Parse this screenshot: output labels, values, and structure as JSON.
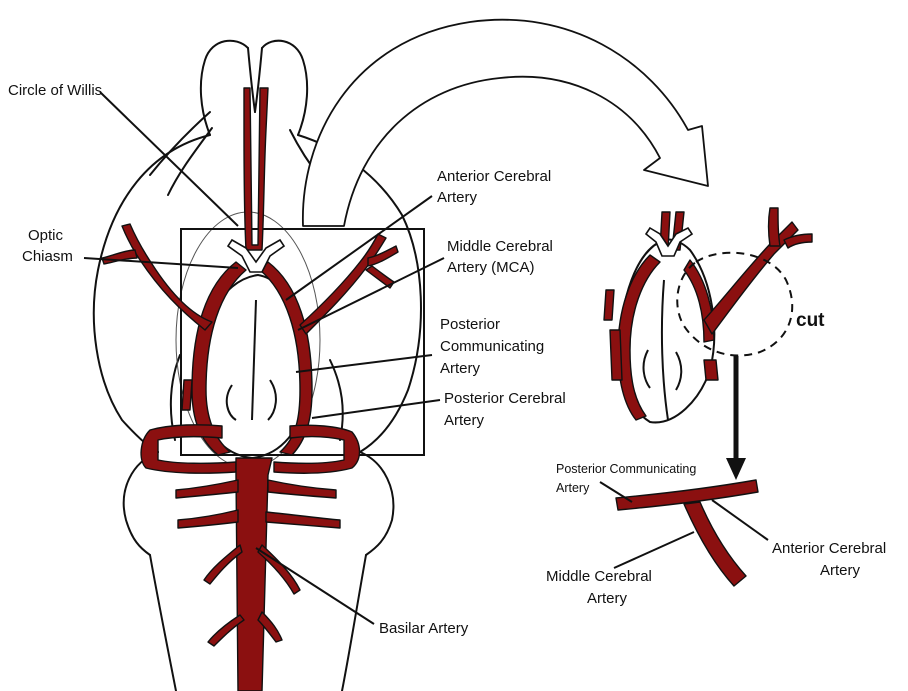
{
  "colors": {
    "artery": "#8b1010",
    "outline": "#111111",
    "background": "#ffffff"
  },
  "labels": {
    "circle_of_willis": "Circle of Willis",
    "optic_line1": "Optic",
    "optic_line2": "Chiasm",
    "aca_line1": "Anterior Cerebral",
    "aca_line2": "Artery",
    "mca_line1": "Middle Cerebral",
    "mca_line2": "Artery (MCA)",
    "pcom_line1": "Posterior",
    "pcom_line2": "Communicating",
    "pcom_line3": "Artery",
    "pca_line1": "Posterior Cerebral",
    "pca_line2": "Artery",
    "basilar": "Basilar Artery",
    "cut": "cut",
    "detail_pcom_line1": "Posterior Communicating",
    "detail_pcom_line2": "Artery",
    "detail_mca_line1": "Middle Cerebral",
    "detail_mca_line2": "Artery",
    "detail_aca_line1": "Anterior Cerebral",
    "detail_aca_line2": "Artery"
  }
}
